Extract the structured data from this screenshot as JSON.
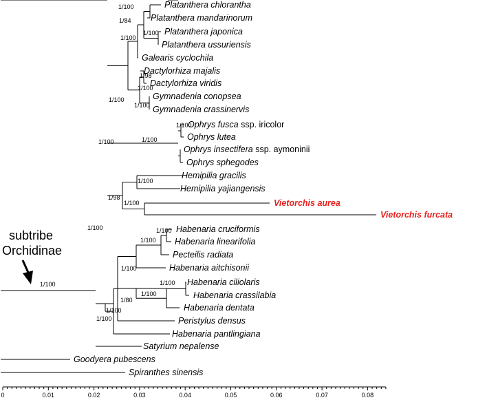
{
  "tree": {
    "axis_ticks": [
      "0",
      "0.01",
      "0.02",
      "0.03",
      "0.04",
      "0.05",
      "0.06",
      "0.07",
      "0.08"
    ],
    "annotation": {
      "lines": [
        "subtribe",
        "Orchidinae"
      ]
    },
    "highlight_color": "#e8201c",
    "taxa": [
      {
        "name": "Platanthera chlorantha",
        "highlight": false
      },
      {
        "name": "Platanthera mandarinorum",
        "highlight": false
      },
      {
        "name": "Platanthera japonica",
        "highlight": false
      },
      {
        "name": "Platanthera ussuriensis",
        "highlight": false
      },
      {
        "name": "Galearis cyclochila",
        "highlight": false
      },
      {
        "name": "Dactylorhiza majalis",
        "highlight": false
      },
      {
        "name": "Dactylorhiza viridis",
        "highlight": false
      },
      {
        "name": "Gymnadenia conopsea",
        "highlight": false
      },
      {
        "name": "Gymnadenia crassinervis",
        "highlight": false
      },
      {
        "name": "Ophrys fusca",
        "suffix": " ssp. iricolor",
        "highlight": false
      },
      {
        "name": "Ophrys lutea",
        "highlight": false
      },
      {
        "name": "Ophrys insectifera",
        "suffix": " ssp. aymoninii",
        "highlight": false
      },
      {
        "name": "Ophrys sphegodes",
        "highlight": false
      },
      {
        "name": "Hemipilia gracilis",
        "highlight": false
      },
      {
        "name": "Hemipilia yajiangensis",
        "highlight": false
      },
      {
        "name": "Vietorchis aurea",
        "highlight": true
      },
      {
        "name": "Vietorchis furcata",
        "highlight": true
      },
      {
        "name": "Habenaria cruciformis",
        "highlight": false
      },
      {
        "name": "Habenaria linearifolia",
        "highlight": false
      },
      {
        "name": "Pecteilis radiata",
        "highlight": false
      },
      {
        "name": "Habenaria aitchisonii",
        "highlight": false
      },
      {
        "name": "Habenaria ciliolaris",
        "highlight": false
      },
      {
        "name": "Habenaria crassilabia",
        "highlight": false
      },
      {
        "name": "Habenaria dentata",
        "highlight": false
      },
      {
        "name": "Peristylus densus",
        "highlight": false
      },
      {
        "name": "Habenaria pantlingiana",
        "highlight": false
      },
      {
        "name": "Satyrium nepalense",
        "highlight": false
      },
      {
        "name": "Goodyera pubescens",
        "highlight": false
      },
      {
        "name": "Spiranthes sinensis",
        "highlight": false
      }
    ],
    "supports": [
      {
        "id": "s_plat_chl_man",
        "label": "1/100"
      },
      {
        "id": "s_plat_jap_uss",
        "label": "1/100"
      },
      {
        "id": "s_plat_four",
        "label": "1/84"
      },
      {
        "id": "s_plat_gal",
        "label": "1/100"
      },
      {
        "id": "s_dact",
        "label": "1/98"
      },
      {
        "id": "s_gymn",
        "label": "1/100"
      },
      {
        "id": "s_dact_gymn",
        "label": "1/100"
      },
      {
        "id": "s_pl_dg",
        "label": "1/100"
      },
      {
        "id": "s_oph_fl",
        "label": "1/100"
      },
      {
        "id": "s_oph",
        "label": "1/100"
      },
      {
        "id": "s_hemi",
        "label": "1/100"
      },
      {
        "id": "s_viet",
        "label": "1/100"
      },
      {
        "id": "s_hemi_viet",
        "label": "1/98"
      },
      {
        "id": "s_upper",
        "label": "1/100"
      },
      {
        "id": "s_hab_cl",
        "label": "1/100"
      },
      {
        "id": "s_hab_clp",
        "label": "1/100"
      },
      {
        "id": "s_hab_cca",
        "label": "1/100"
      },
      {
        "id": "s_hab_cc",
        "label": "1/100"
      },
      {
        "id": "s_hab_ccd",
        "label": "1/100"
      },
      {
        "id": "s_hab_big",
        "label": "1/100"
      },
      {
        "id": "s_hab_per",
        "label": "1/80"
      },
      {
        "id": "s_hab_all",
        "label": "1/100"
      },
      {
        "id": "s_orch",
        "label": "1/100"
      },
      {
        "id": "s_root",
        "label": "1/100"
      }
    ]
  }
}
